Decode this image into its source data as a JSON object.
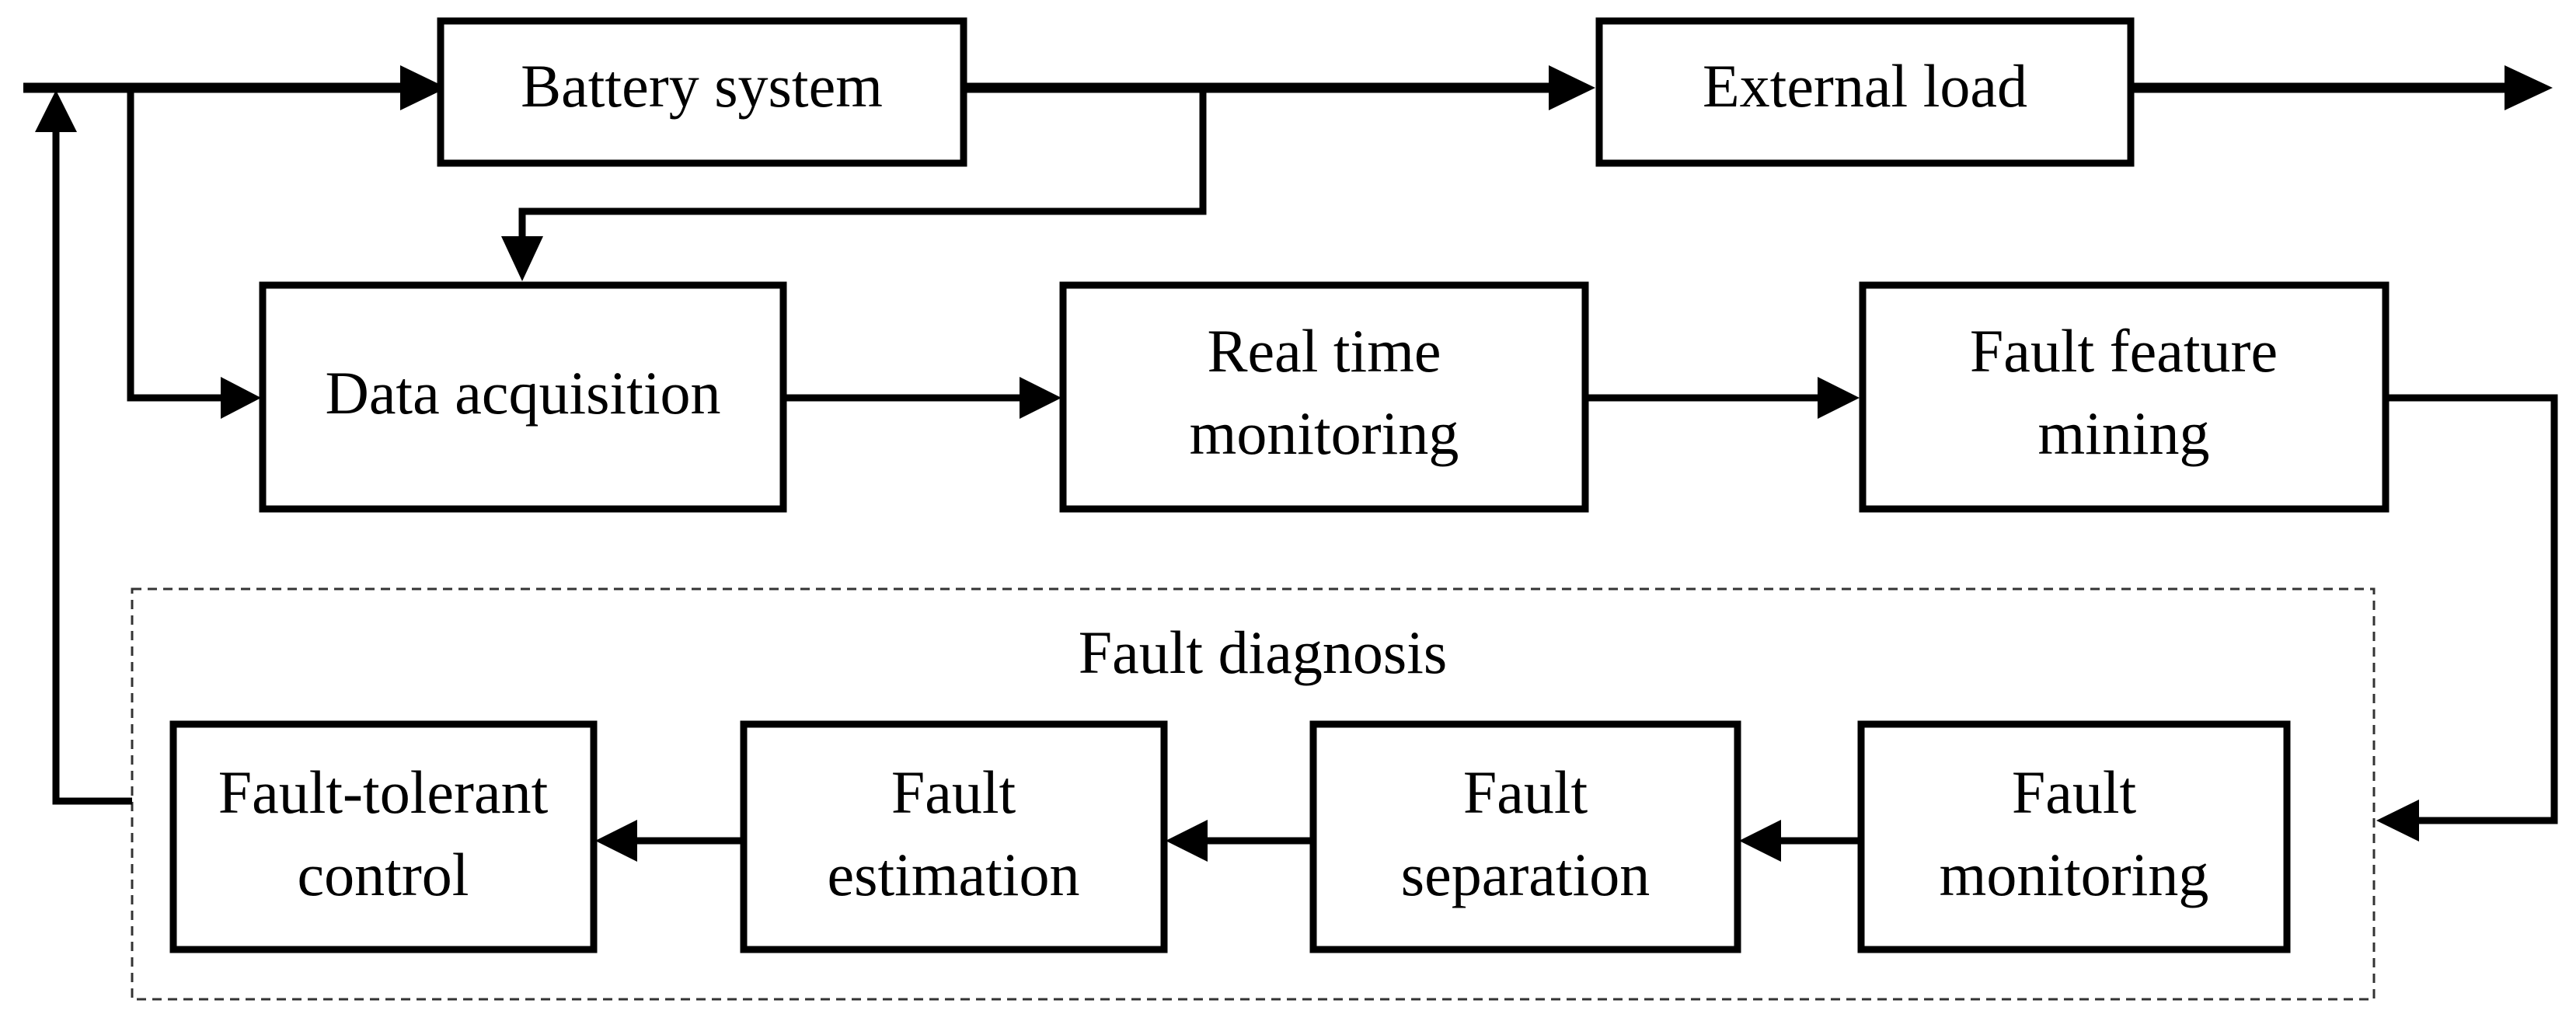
{
  "diagram": {
    "nodes": {
      "battery_system": {
        "lines": [
          "Battery system"
        ]
      },
      "external_load": {
        "lines": [
          "External load"
        ]
      },
      "data_acquisition": {
        "lines": [
          "Data acquisition"
        ]
      },
      "real_time_monitoring": {
        "lines": [
          "Real time",
          "monitoring"
        ]
      },
      "fault_feature_mining": {
        "lines": [
          "Fault feature",
          "mining"
        ]
      },
      "fault_tolerant_control": {
        "lines": [
          "Fault-tolerant",
          "control"
        ]
      },
      "fault_estimation": {
        "lines": [
          "Fault",
          "estimation"
        ]
      },
      "fault_separation": {
        "lines": [
          "Fault",
          "separation"
        ]
      },
      "fault_monitoring": {
        "lines": [
          "Fault",
          "monitoring"
        ]
      }
    },
    "group": {
      "label": "Fault diagnosis",
      "members": [
        "fault_monitoring",
        "fault_separation",
        "fault_estimation",
        "fault_tolerant_control"
      ]
    },
    "edges": [
      {
        "from": "input",
        "to": "battery_system"
      },
      {
        "from": "input",
        "to": "data_acquisition"
      },
      {
        "from": "battery_system",
        "to": "external_load"
      },
      {
        "from": "battery_system",
        "to": "data_acquisition"
      },
      {
        "from": "external_load",
        "to": "output"
      },
      {
        "from": "data_acquisition",
        "to": "real_time_monitoring"
      },
      {
        "from": "real_time_monitoring",
        "to": "fault_feature_mining"
      },
      {
        "from": "fault_feature_mining",
        "to": "fault_diagnosis"
      },
      {
        "from": "fault_monitoring",
        "to": "fault_separation"
      },
      {
        "from": "fault_separation",
        "to": "fault_estimation"
      },
      {
        "from": "fault_estimation",
        "to": "fault_tolerant_control"
      },
      {
        "from": "fault_diagnosis",
        "to": "input"
      }
    ]
  }
}
